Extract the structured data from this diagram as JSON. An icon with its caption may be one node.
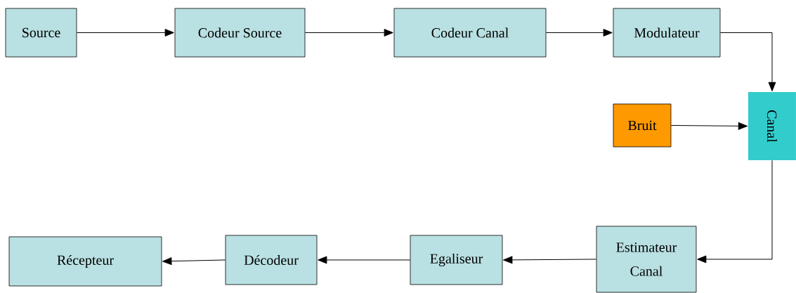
{
  "diagram": {
    "nodes": [
      {
        "text": [
          "Source"
        ]
      },
      {
        "text": [
          "Codeur Source"
        ]
      },
      {
        "text": [
          "Codeur Canal"
        ]
      },
      {
        "text": [
          "Modulateur"
        ]
      },
      {
        "text": [
          "Bruit"
        ]
      },
      {
        "text": [
          "Canal"
        ]
      },
      {
        "text": [
          "Estimateur Canal"
        ]
      },
      {
        "text": [
          "Egaliseur"
        ]
      },
      {
        "text": [
          "Décodeur"
        ]
      },
      {
        "text": [
          "Récepteur"
        ]
      }
    ],
    "edges": [
      {
        "from": 0,
        "to": 1,
        "arrow": "to"
      },
      {
        "from": 1,
        "to": 2,
        "arrow": "to"
      },
      {
        "from": 2,
        "to": 3,
        "arrow": "to"
      },
      {
        "from": 3,
        "to": 5,
        "arrow": "to"
      },
      {
        "from": 4,
        "to": 5,
        "arrow": "to"
      },
      {
        "from": 5,
        "to": 6,
        "arrow": "to"
      },
      {
        "from": 6,
        "to": 7,
        "arrow": "to"
      },
      {
        "from": 7,
        "to": 8,
        "arrow": "to"
      },
      {
        "from": 8,
        "to": 9,
        "arrow": "to"
      }
    ]
  }
}
